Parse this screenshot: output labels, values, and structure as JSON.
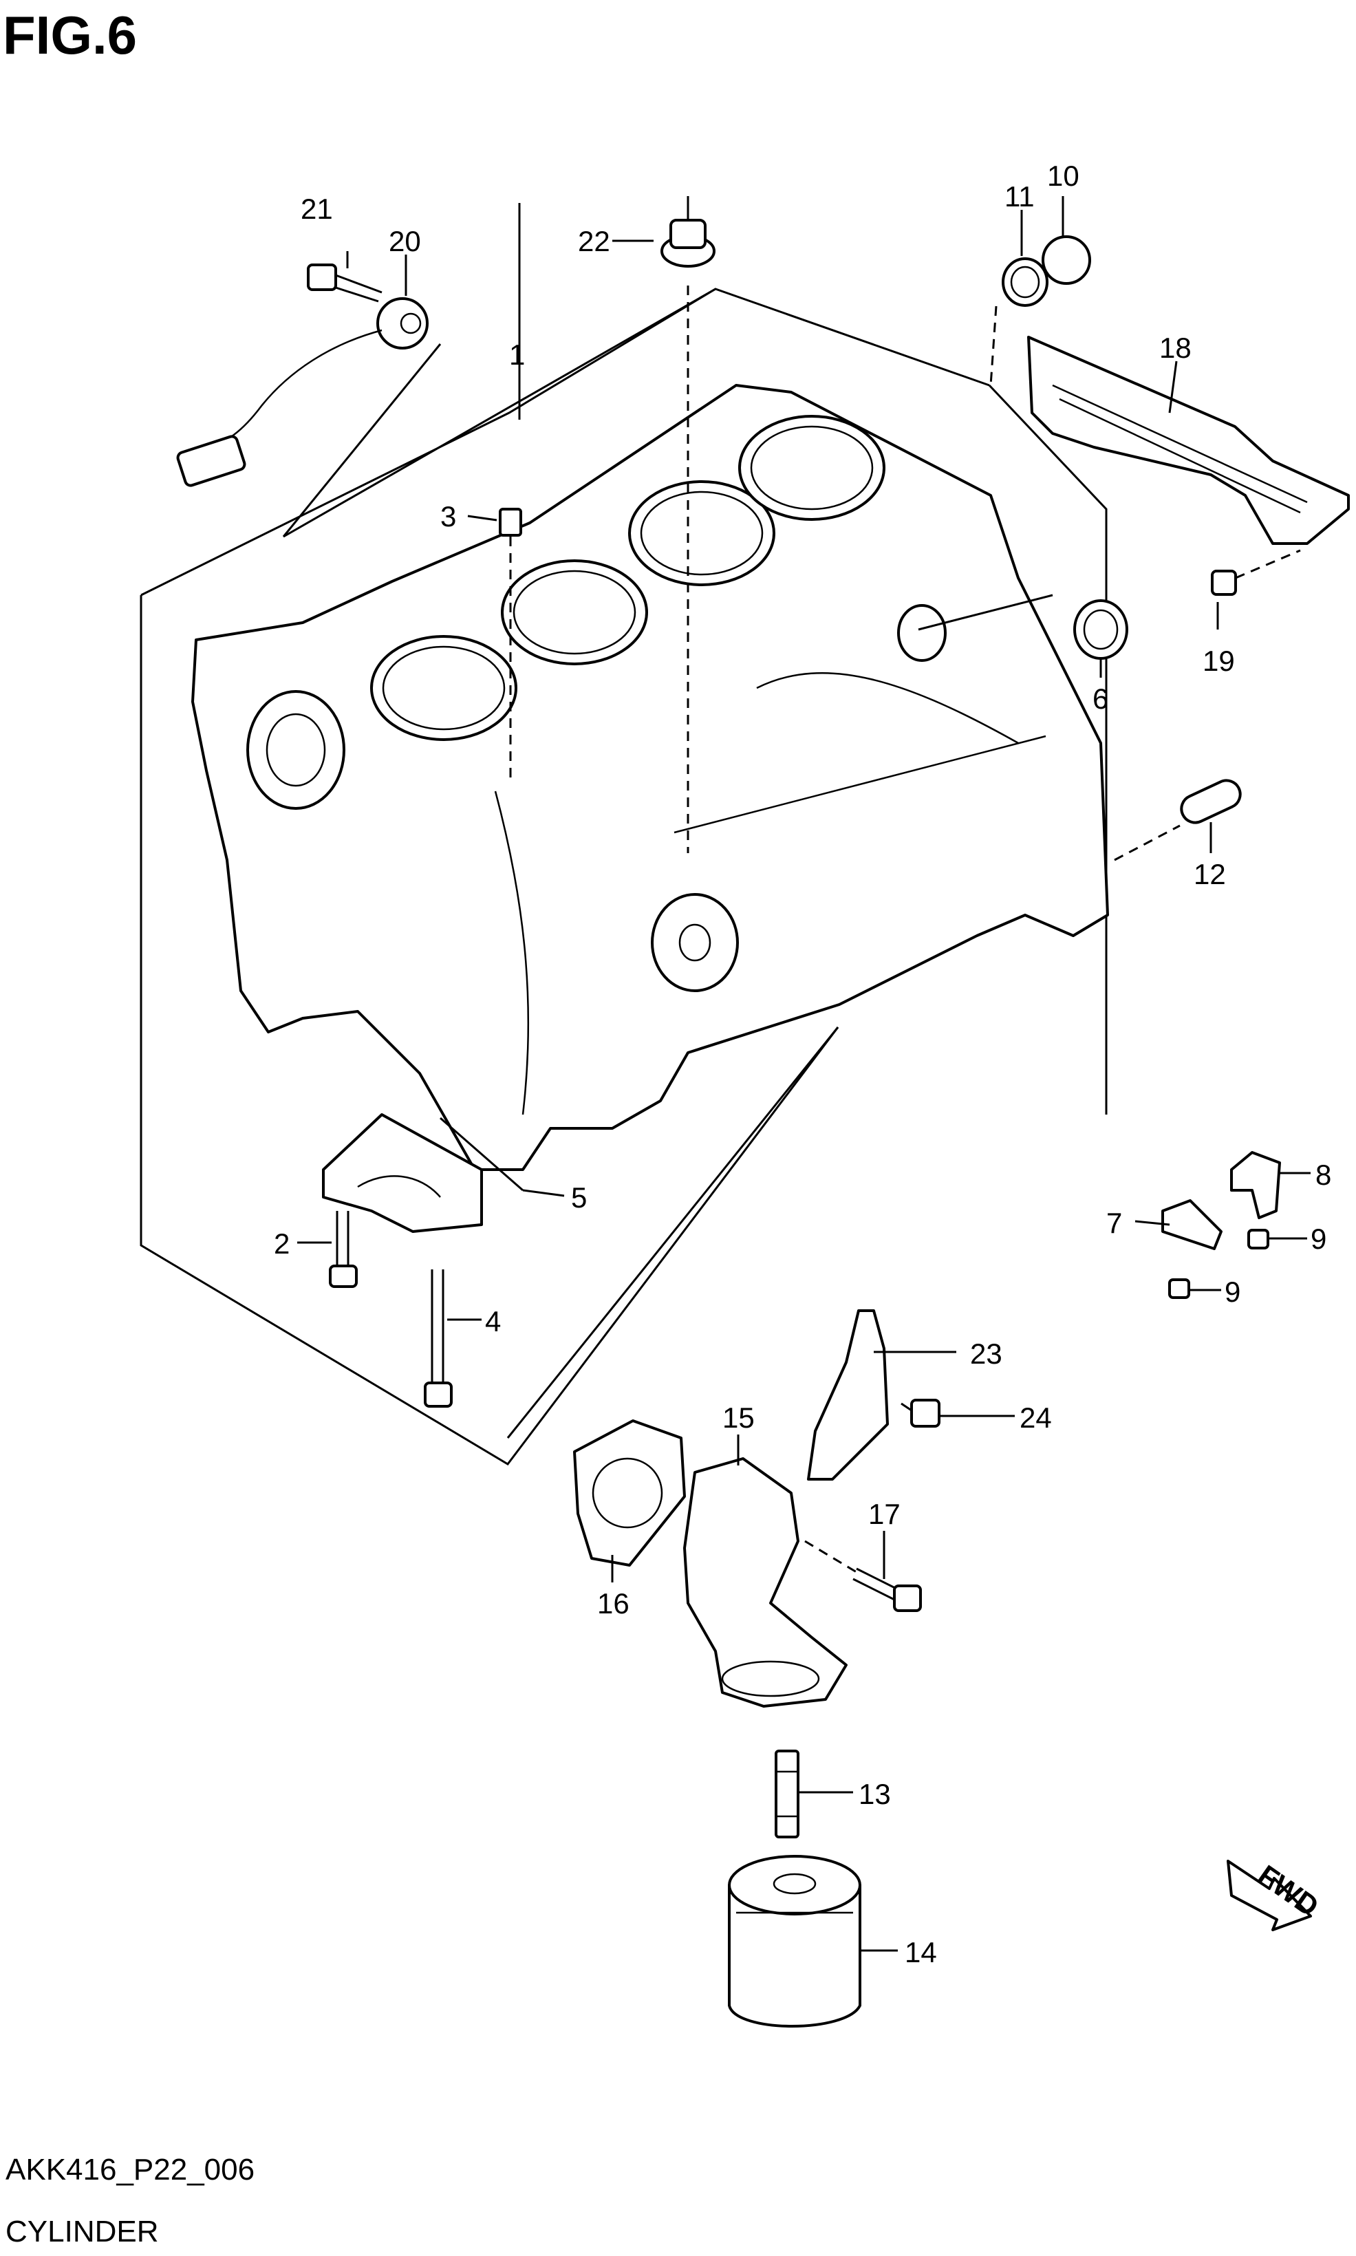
{
  "header": {
    "figure_title": "FIG.6"
  },
  "footer": {
    "drawing_code": "AKK416_P22_006",
    "section_title": "CYLINDER"
  },
  "callouts": [
    {
      "id": "c1",
      "label": "1"
    },
    {
      "id": "c2",
      "label": "2"
    },
    {
      "id": "c3",
      "label": "3"
    },
    {
      "id": "c4",
      "label": "4"
    },
    {
      "id": "c5",
      "label": "5"
    },
    {
      "id": "c6",
      "label": "6"
    },
    {
      "id": "c7",
      "label": "7"
    },
    {
      "id": "c8",
      "label": "8"
    },
    {
      "id": "c9a",
      "label": "9"
    },
    {
      "id": "c9b",
      "label": "9"
    },
    {
      "id": "c10",
      "label": "10"
    },
    {
      "id": "c11",
      "label": "11"
    },
    {
      "id": "c12",
      "label": "12"
    },
    {
      "id": "c13",
      "label": "13"
    },
    {
      "id": "c14",
      "label": "14"
    },
    {
      "id": "c15",
      "label": "15"
    },
    {
      "id": "c16",
      "label": "16"
    },
    {
      "id": "c17",
      "label": "17"
    },
    {
      "id": "c18",
      "label": "18"
    },
    {
      "id": "c19",
      "label": "19"
    },
    {
      "id": "c20",
      "label": "20"
    },
    {
      "id": "c21",
      "label": "21"
    },
    {
      "id": "c22",
      "label": "22"
    },
    {
      "id": "c23",
      "label": "23"
    },
    {
      "id": "c24",
      "label": "24"
    }
  ],
  "direction_arrow": {
    "label": "FWD"
  }
}
